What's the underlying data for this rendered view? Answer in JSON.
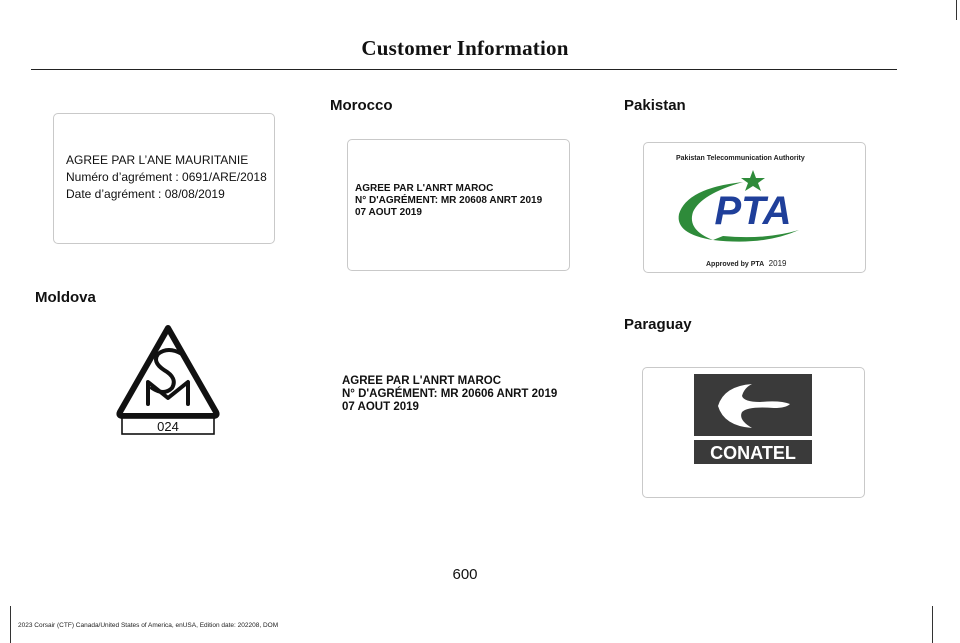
{
  "header": {
    "title": "Customer Information"
  },
  "sections": {
    "mauritania": {
      "lines": [
        "AGREE PAR L’ANE MAURITANIE",
        "Numéro d’agrément : 0691/ARE/2018",
        "Date d’agrément : 08/08/2019"
      ]
    },
    "moldova": {
      "title": "Moldova",
      "mark_number": "024",
      "mark_letters": "S M"
    },
    "morocco": {
      "title": "Morocco",
      "label1": [
        "AGREE PAR L'ANRT MAROC",
        "N° D'AGRÉMENT: MR 20608 ANRT 2019",
        "07 AOUT 2019"
      ],
      "label2": [
        "AGREE PAR L'ANRT MAROC",
        "N° D'AGRÉMENT: MR 20606 ANRT 2019",
        "07 AOUT 2019"
      ]
    },
    "pakistan": {
      "title": "Pakistan",
      "authority": "Pakistan Telecommunication Authority",
      "logo_text": "PTA",
      "approved": "Approved by PTA",
      "year": "2019",
      "colors": {
        "blue": "#1f3f9a",
        "green": "#2e8b3a"
      }
    },
    "paraguay": {
      "title": "Paraguay",
      "logo_text": "CONATEL",
      "color": "#3a3a3a"
    }
  },
  "footer": {
    "page_number": "600",
    "edition": "2023 Corsair (CTF) Canada/United States of America, enUSA, Edition date: 202208, DOM"
  }
}
